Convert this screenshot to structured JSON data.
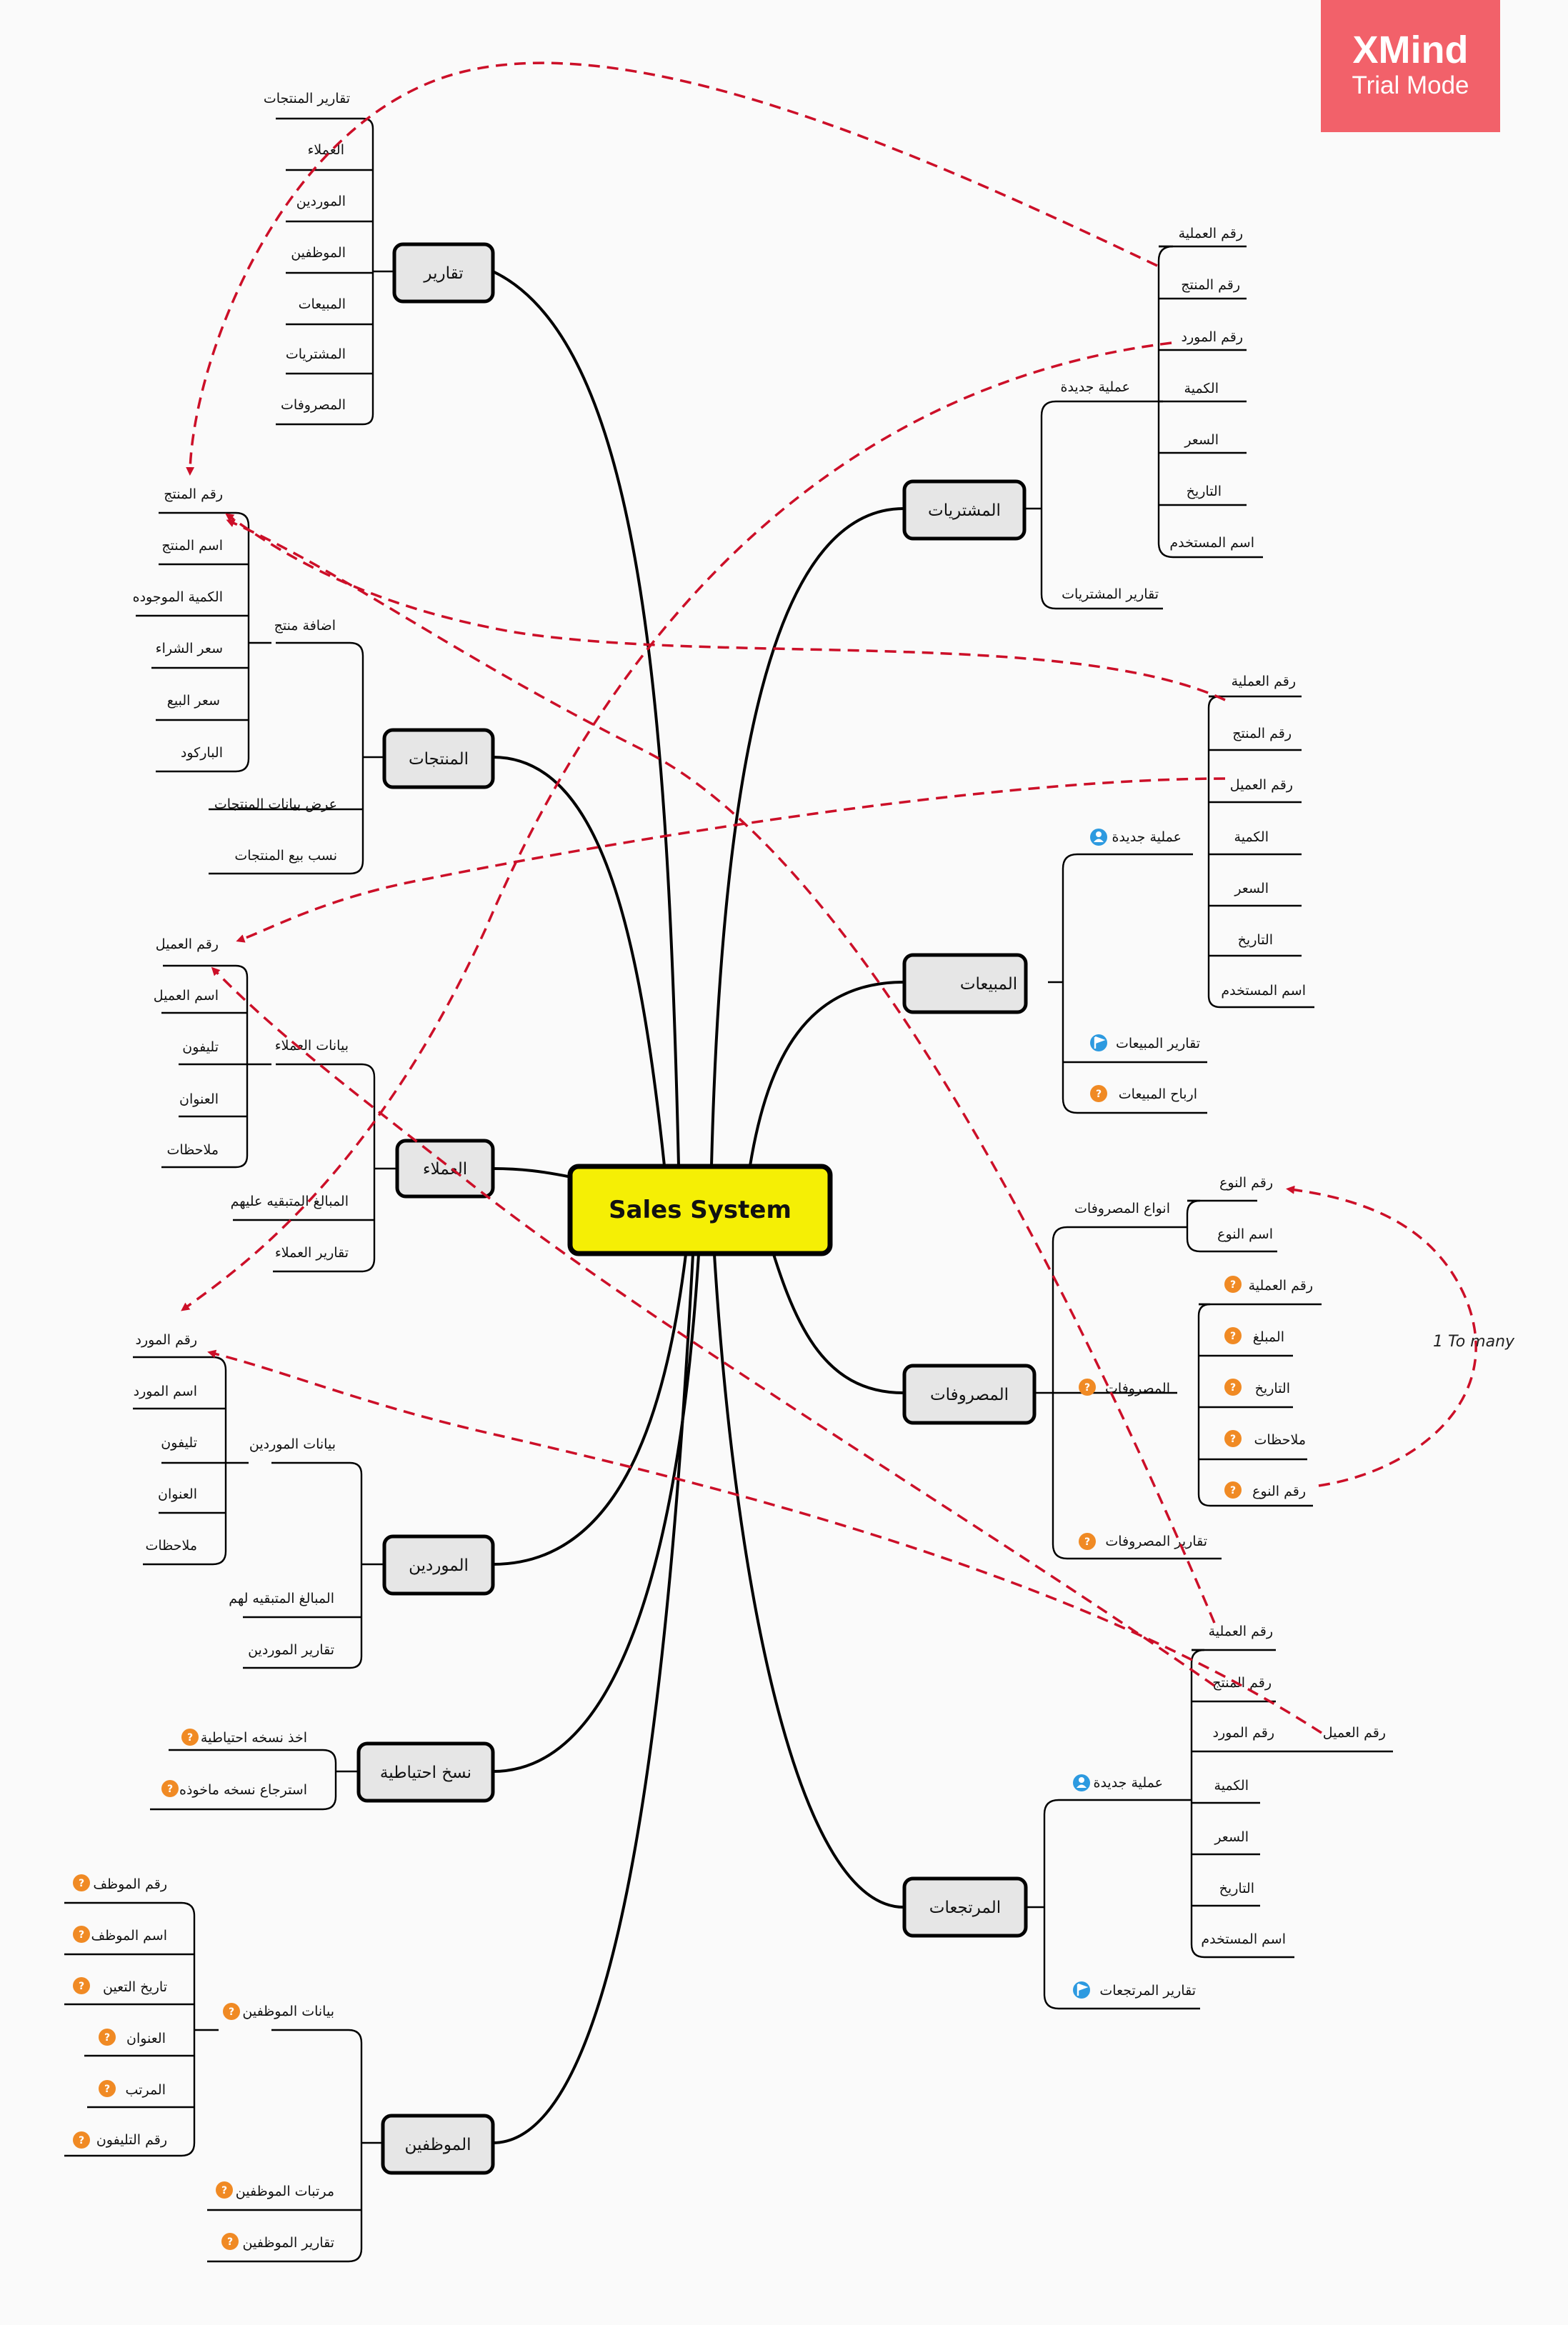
{
  "watermark": {
    "title": "XMind",
    "subtitle": "Trial Mode"
  },
  "central": "Sales System",
  "topics": {
    "reports": "تقارير",
    "purchases": "المشتريات",
    "products": "المنتجات",
    "sales": "المبيعات",
    "customers": "العملاء",
    "expenses": "المصروفات",
    "suppliers": "الموردين",
    "backup": "نسخ احتياطية",
    "returns": "المرتجعات",
    "employees": "الموظفين"
  },
  "reports_items": [
    "تقارير المنتجات",
    "العملاء",
    "الموردين",
    "الموظفين",
    "المبيعات",
    "المشتريات",
    "المصروفات"
  ],
  "purchases_children": {
    "new_op": "عملية جديدة",
    "reports": "تقارير المشتريات"
  },
  "purchases_new_op_items": [
    "رقم العملية",
    "رقم المنتج",
    "رقم المورد",
    "الكمية",
    "السعر",
    "التاريخ",
    "اسم المستخدم"
  ],
  "products_children": {
    "add": "اضافة منتج",
    "view": "عرض بيانات المنتجات",
    "ratio": "نسب بيع المنتجات"
  },
  "products_add_items": [
    "رقم المنتج",
    "اسم المنتج",
    "الكمية الموجوده",
    "سعر الشراء",
    "سعر البيع",
    "الباركود"
  ],
  "sales_children": {
    "new_op": "عملية جديدة",
    "reports": "تقارير المبيعات",
    "profits": "ارباح المبيعات"
  },
  "sales_new_op_items": [
    "رقم العملية",
    "رقم المنتج",
    "رقم العميل",
    "الكمية",
    "السعر",
    "التاريخ",
    "اسم المستخدم"
  ],
  "customers_children": {
    "data": "بيانات العملاء",
    "debts": "المبالغ المتبقيه عليهم",
    "reports": "تقارير العملاء"
  },
  "customers_data_items": [
    "رقم العميل",
    "اسم العميل",
    "تليفون",
    "العنوان",
    "ملاحظات"
  ],
  "expenses_children": {
    "types": "انواع المصروفات",
    "expenses": "المصروفات",
    "reports": "تقارير المصروفات"
  },
  "expenses_types_items": [
    "رقم النوع",
    "اسم النوع"
  ],
  "expenses_items": [
    "رقم العملية",
    "المبلغ",
    "التاريخ",
    "ملاحظات",
    "رقم النوع"
  ],
  "suppliers_children": {
    "data": "بيانات الموردين",
    "dues": "المبالغ المتبقيه لهم",
    "reports": "تقارير الموردين"
  },
  "suppliers_data_items": [
    "رقم المورد",
    "اسم المورد",
    "تليفون",
    "العنوان",
    "ملاحظات"
  ],
  "backup_items": [
    "اخذ نسخه احتياطية",
    "استرجاع نسخه ماخوذه"
  ],
  "returns_children": {
    "new_op": "عملية جديدة",
    "reports": "تقارير المرتجعات"
  },
  "returns_new_op_items": [
    "رقم العملية",
    "رقم المنتج",
    "رقم المورد",
    "الكمية",
    "السعر",
    "التاريخ",
    "اسم المستخدم"
  ],
  "returns_extra": "رقم العميل",
  "employees_children": {
    "data": "بيانات الموظفين",
    "salaries": "مرتبات الموظفين",
    "reports": "تقارير الموظفين"
  },
  "employees_data_items": [
    "رقم الموظف",
    "اسم الموظف",
    "تاريخ التعين",
    "العنوان",
    "المرتب",
    "رقم التليفون"
  ],
  "relationship_label": "1 To many",
  "colors": {
    "relationship": "#cc0f28",
    "central_fill": "#f5ef05",
    "topic_fill": "#e6e6e6",
    "watermark_bg": "#f2616a",
    "marker_orange": "#f08a24",
    "marker_blue": "#2d9ae0"
  },
  "marker_icons": {
    "orange": "question-mark-icon",
    "blue_person": "person-icon",
    "blue_trophy": "trophy-icon",
    "blue_flag": "flag-icon"
  }
}
